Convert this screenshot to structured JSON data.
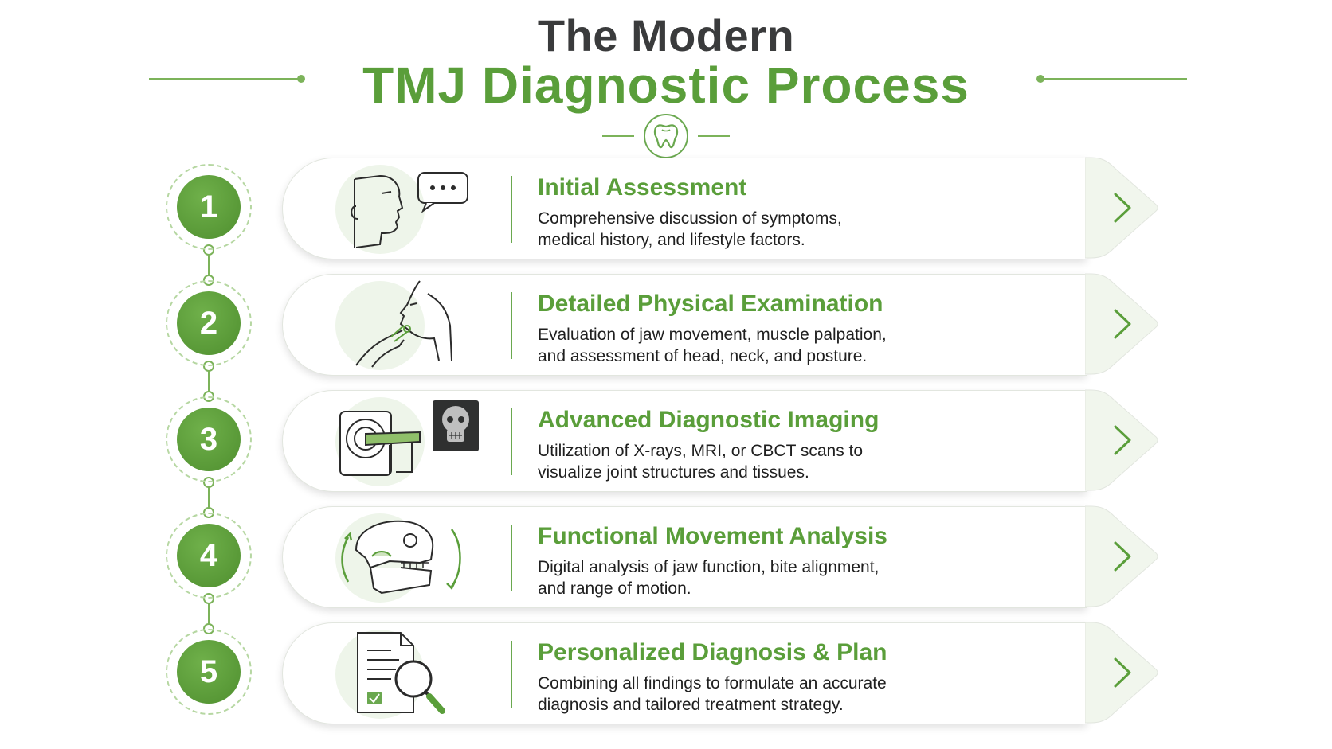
{
  "header": {
    "title_line1": "The Modern",
    "title_line2": "TMJ Diagnostic Process"
  },
  "colors": {
    "accent_green": "#5a9e3a",
    "dark_text": "#3a3b3c",
    "light_green": "#eef5ea"
  },
  "icons": {
    "emblem": "tooth-icon",
    "next": "chevron-right-icon"
  },
  "steps": [
    {
      "number": "1",
      "title": "Initial Assessment",
      "description_line1": "Comprehensive discussion of symptoms,",
      "description_line2": "medical history, and lifestyle factors.",
      "icon": "consultation-icon"
    },
    {
      "number": "2",
      "title": "Detailed Physical Examination",
      "description_line1": "Evaluation of jaw movement, muscle palpation,",
      "description_line2": "and assessment of head, neck, and posture.",
      "icon": "jaw-palpation-icon"
    },
    {
      "number": "3",
      "title": "Advanced Diagnostic Imaging",
      "description_line1": "Utilization of X-rays, MRI, or CBCT scans to",
      "description_line2": "visualize joint structures and tissues.",
      "icon": "mri-scanner-icon"
    },
    {
      "number": "4",
      "title": "Functional Movement Analysis",
      "description_line1": "Digital analysis of jaw function, bite alignment,",
      "description_line2": "and range of motion.",
      "icon": "skull-jaw-icon"
    },
    {
      "number": "5",
      "title": "Personalized Diagnosis & Plan",
      "description_line1": "Combining all findings to formulate an accurate",
      "description_line2": "diagnosis and tailored treatment strategy.",
      "icon": "report-magnifier-icon"
    }
  ]
}
